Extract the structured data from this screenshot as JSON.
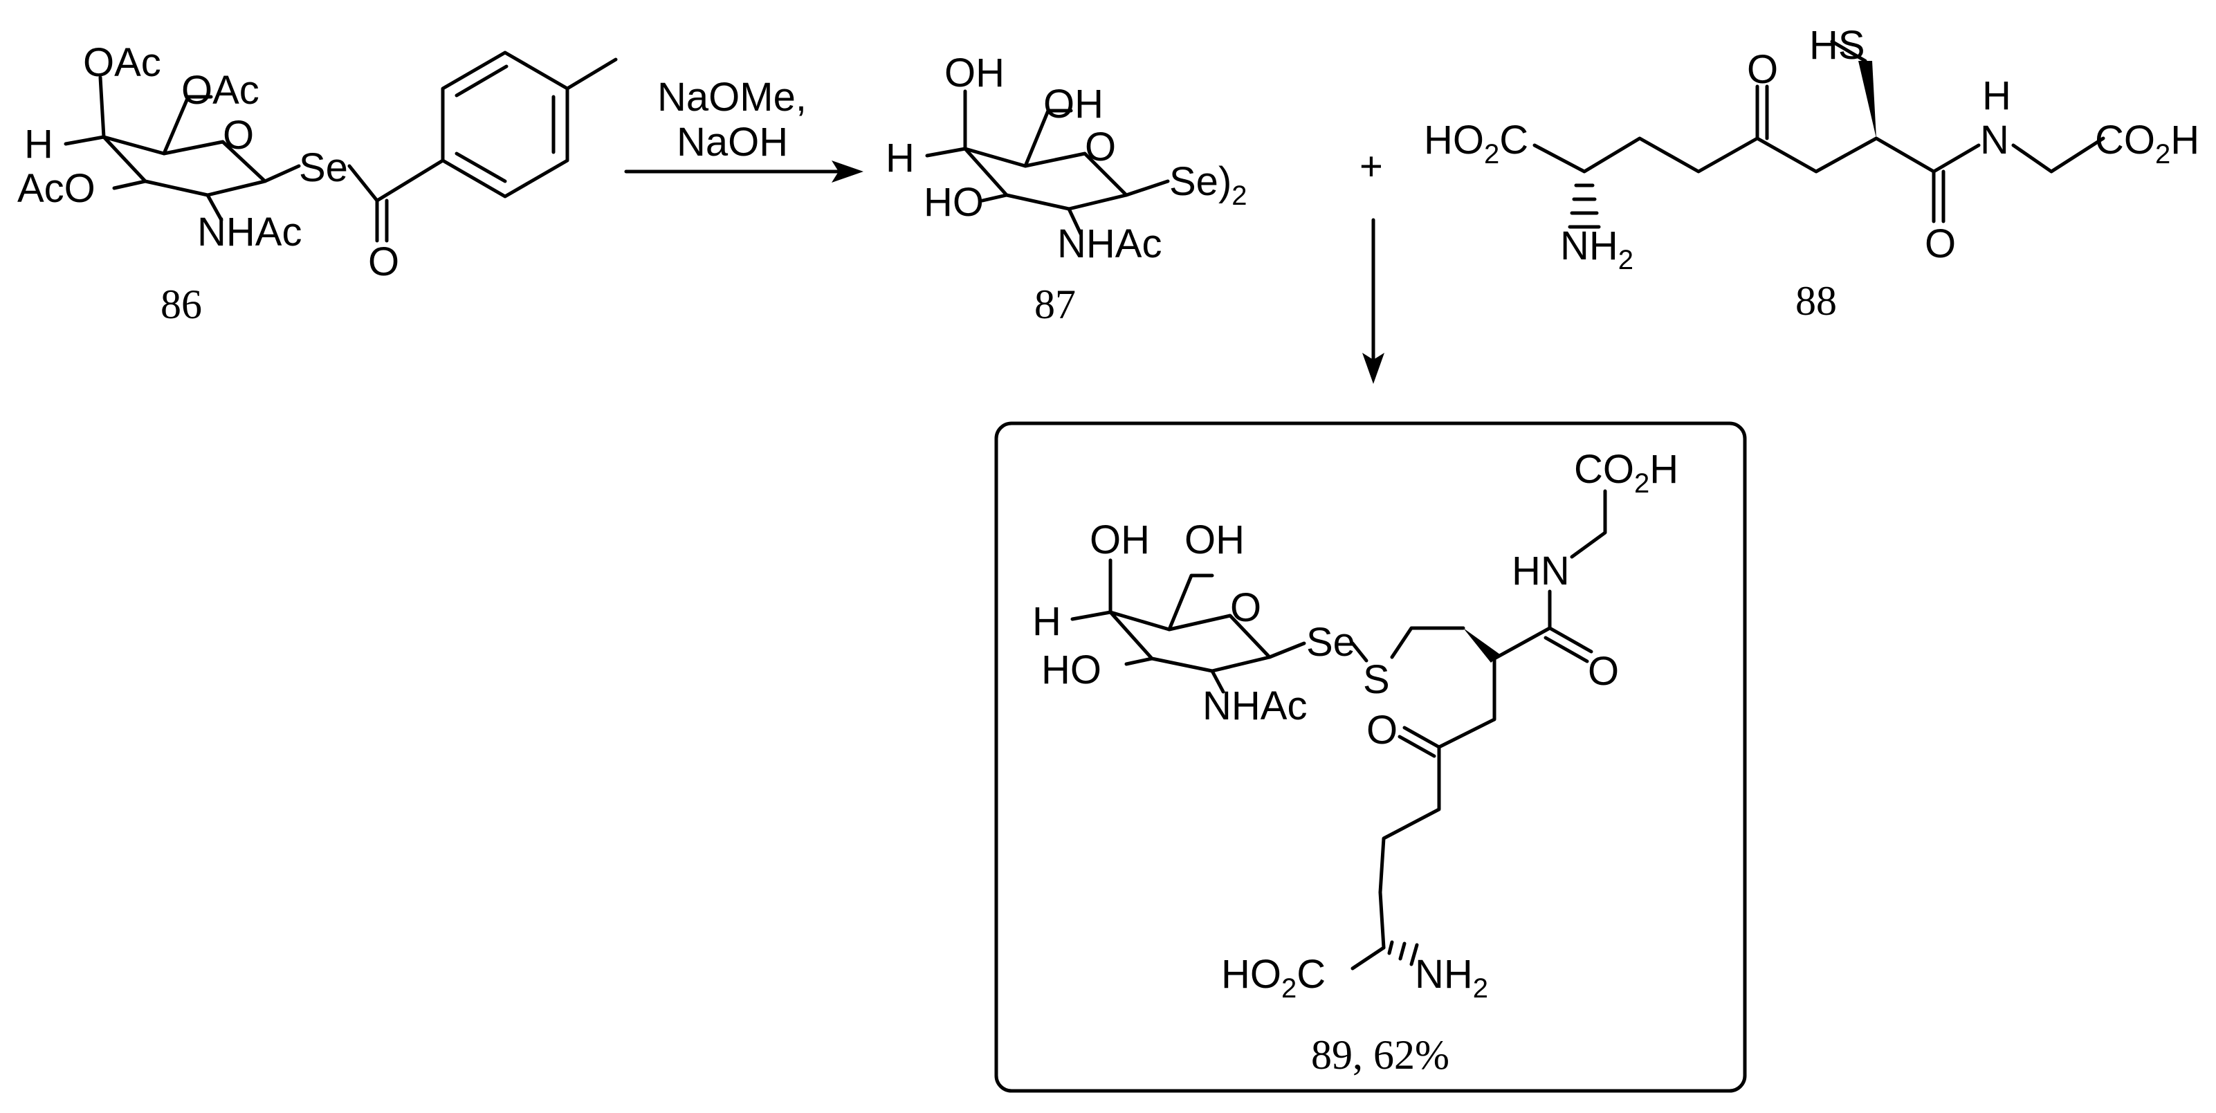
{
  "reaction": {
    "reagents": {
      "line1": "NaOMe,",
      "line2": "NaOH"
    },
    "plus_sign": "+"
  },
  "compounds": {
    "c86": {
      "label": "86",
      "atoms": {
        "oac_top": "OAc",
        "oac_ch2": "OAc",
        "h": "H",
        "o_ring": "O",
        "se": "Se",
        "aco": "AcO",
        "nhac": "NHAc",
        "carbonyl_o": "O"
      }
    },
    "c87": {
      "label": "87",
      "atoms": {
        "oh_top": "OH",
        "oh_ch2": "OH",
        "h": "H",
        "o_ring": "O",
        "se2": "Se)",
        "se2_sub": "2",
        "ho": "HO",
        "nhac": "NHAc"
      }
    },
    "c88": {
      "label": "88",
      "atoms": {
        "hs": "HS",
        "ketone_o": "O",
        "h": "H",
        "n": "N",
        "co2h_left_a": "HO",
        "co2h_left_sub": "2",
        "co2h_left_b": "C",
        "nh2_a": "NH",
        "nh2_sub": "2",
        "amide_o": "O",
        "co2h_right_a": "CO",
        "co2h_right_sub": "2",
        "co2h_right_b": "H"
      }
    },
    "c89": {
      "label": "89, 62%",
      "atoms": {
        "co2h_a": "CO",
        "co2h_sub": "2",
        "co2h_b": "H",
        "hn": "HN",
        "oh_top": "OH",
        "oh_ch2": "OH",
        "h": "H",
        "o_ring": "O",
        "se": "Se",
        "s": "S",
        "amide_o": "O",
        "ho": "HO",
        "nhac": "NHAc",
        "ketone_o": "O",
        "ho2c_a": "HO",
        "ho2c_sub": "2",
        "ho2c_b": "C",
        "nh2_a": "NH",
        "nh2_sub": "2"
      }
    }
  }
}
